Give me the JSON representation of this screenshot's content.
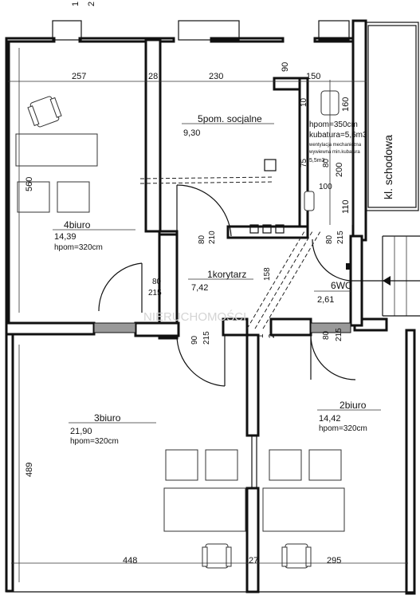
{
  "rooms": {
    "r4": {
      "number": "4",
      "name": "biuro",
      "area": "14,39",
      "height": "hpom=320cm"
    },
    "r5": {
      "number": "5",
      "name": "pom. socjalne",
      "area": "9,30"
    },
    "r1": {
      "number": "1",
      "name": "korytarz",
      "area": "7,42"
    },
    "r6": {
      "number": "6",
      "name": "WC",
      "area": "2,61",
      "height": "hpom=350cm",
      "volume": "kubatura=5,6m3",
      "vent1": "wentylacja mechaniczna",
      "vent2": "wywiewna min.kubatura",
      "vent3": "5,5m3"
    },
    "r3": {
      "number": "3",
      "name": "biuro",
      "area": "21,90",
      "height": "hpom=320cm"
    },
    "r2": {
      "number": "2",
      "name": "biuro",
      "area": "14,42",
      "height": "hpom=320cm"
    }
  },
  "stair": {
    "label": "kl. schodowa"
  },
  "dims": {
    "w257": "257",
    "w28": "28",
    "w230": "230",
    "w90": "90",
    "w150": "150",
    "h560": "560",
    "w10": "10",
    "w160": "160",
    "w75": "75",
    "w80": "80",
    "w200": "200",
    "w100": "100",
    "w110": "110",
    "d80a": "80",
    "d210": "210",
    "d80b": "80",
    "d215a": "215",
    "d80c": "80",
    "d215b": "215",
    "n158": "158",
    "d90": "90",
    "d215c": "215",
    "d80d": "80",
    "d215d": "215",
    "h489": "489",
    "w448": "448",
    "w27": "27",
    "w295": "295",
    "top1": "1",
    "top2": "2",
    "mid1": "1",
    "mid2": "2"
  },
  "watermark": "NIERUCHOMOŚCI"
}
